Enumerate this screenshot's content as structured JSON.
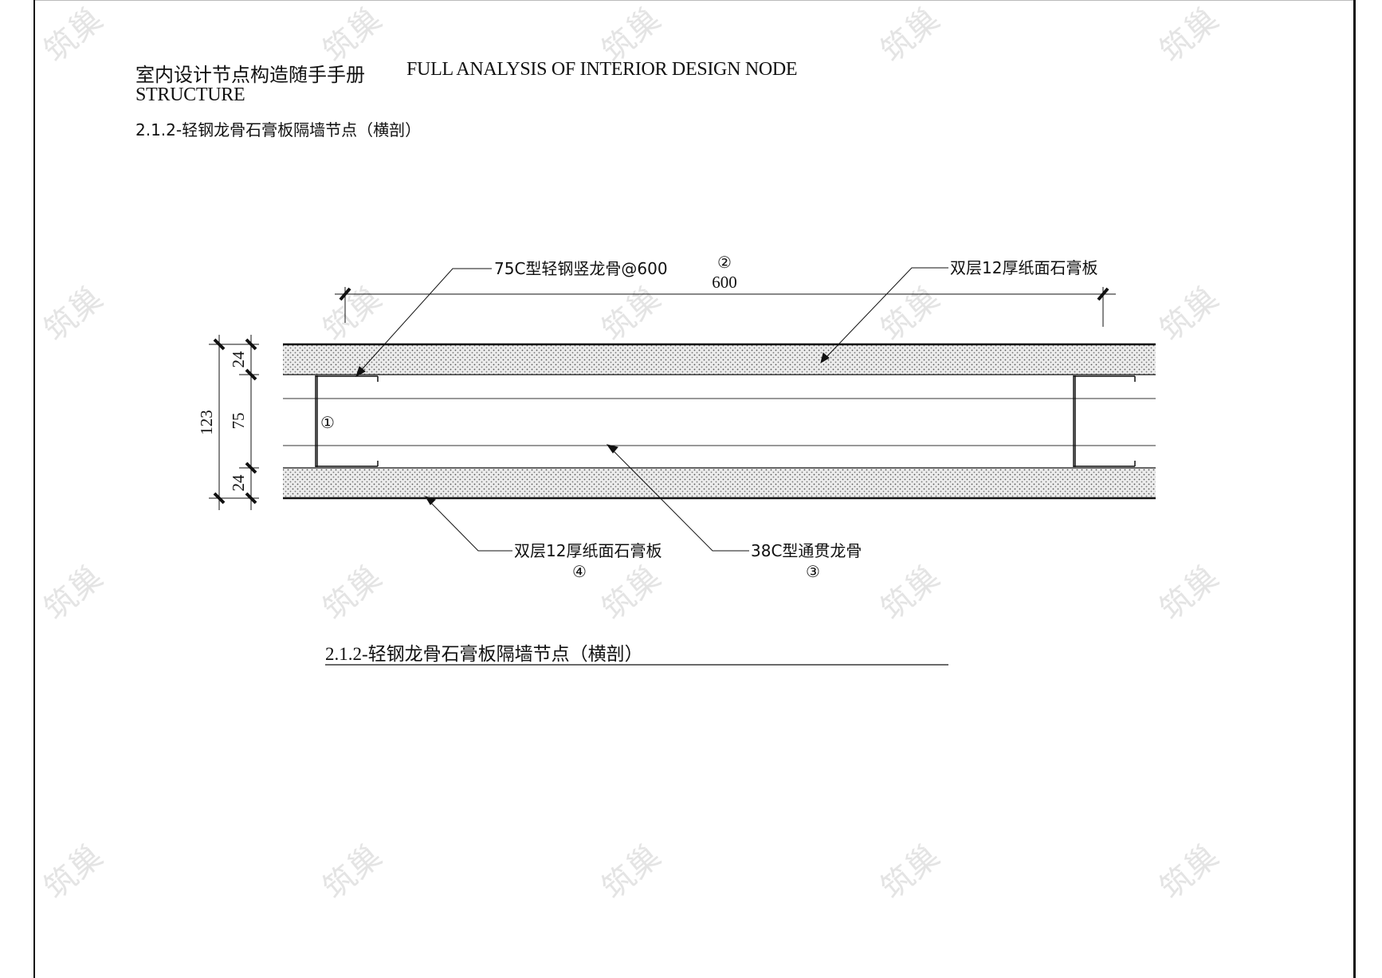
{
  "header": {
    "title_cn": "室内设计节点构造随手手册",
    "title_en_line1": "FULL ANALYSIS OF INTERIOR DESIGN NODE",
    "title_en_line2": "STRUCTURE",
    "subtitle": "2.1.2-轻钢龙骨石膏板隔墙节点（横剖）"
  },
  "drawing": {
    "dimensions": {
      "top_span": "600",
      "total_thickness": "123",
      "cavity": "75",
      "top_board": "24",
      "bottom_board": "24"
    },
    "callouts": [
      {
        "id": "stud",
        "number": "①",
        "label": "75C型轻钢竖龙骨@600"
      },
      {
        "id": "span",
        "number": "②",
        "label": ""
      },
      {
        "id": "channel",
        "number": "③",
        "label": "38C型通贯龙骨"
      },
      {
        "id": "board_bottom",
        "number": "④",
        "label": "双层12厚纸面石膏板"
      },
      {
        "id": "board_top",
        "number": "",
        "label": "双层12厚纸面石膏板"
      }
    ],
    "caption": "2.1.2-轻钢龙骨石膏板隔墙节点（横剖）"
  },
  "watermark": {
    "text": "筑巢"
  },
  "colors": {
    "line": "#111111",
    "hatch_fill": "#ececec",
    "watermark": "#d9d9d9"
  }
}
